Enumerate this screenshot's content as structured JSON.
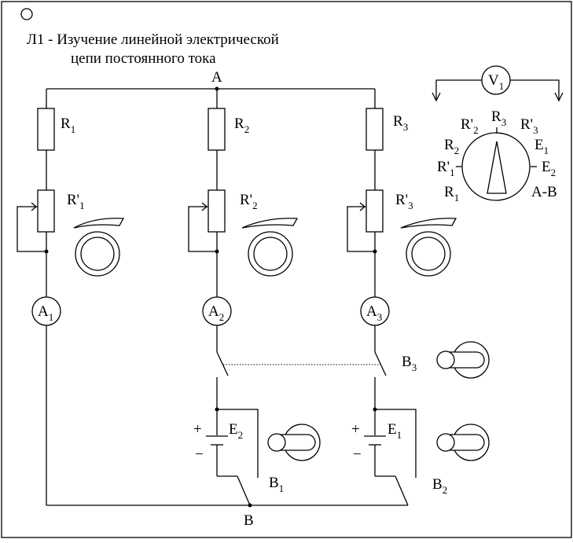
{
  "title": {
    "line1": "Л1 - Изучение линейной электрической",
    "line2": "цепи постоянного тока"
  },
  "nodes": {
    "top": "A",
    "bottom": "B"
  },
  "resistors": {
    "r1": {
      "main": "R",
      "sub": "1"
    },
    "r2": {
      "main": "R",
      "sub": "2"
    },
    "r3": {
      "main": "R",
      "sub": "3"
    }
  },
  "rheostats": {
    "r1p": {
      "main": "R'",
      "sub": "1"
    },
    "r2p": {
      "main": "R'",
      "sub": "2"
    },
    "r3p": {
      "main": "R'",
      "sub": "3"
    }
  },
  "ammeters": {
    "a1": {
      "main": "A",
      "sub": "1"
    },
    "a2": {
      "main": "A",
      "sub": "2"
    },
    "a3": {
      "main": "A",
      "sub": "3"
    }
  },
  "sources": {
    "e2": {
      "main": "E",
      "sub": "2",
      "plus": "+",
      "minus": "−"
    },
    "e1": {
      "main": "E",
      "sub": "1",
      "plus": "+",
      "minus": "−"
    }
  },
  "switches": {
    "b1": {
      "main": "B",
      "sub": "1"
    },
    "b2": {
      "main": "B",
      "sub": "2"
    },
    "b3": {
      "main": "B",
      "sub": "3"
    }
  },
  "voltmeter": {
    "main": "V",
    "sub": "1"
  },
  "selector": {
    "r3": {
      "main": "R",
      "sub": "3"
    },
    "r2p": {
      "main": "R'",
      "sub": "2"
    },
    "r3p": {
      "main": "R'",
      "sub": "3"
    },
    "r2": {
      "main": "R",
      "sub": "2"
    },
    "e1": {
      "main": "E",
      "sub": "1"
    },
    "r1p": {
      "main": "R'",
      "sub": "1"
    },
    "e2": {
      "main": "E",
      "sub": "2"
    },
    "r1": {
      "main": "R",
      "sub": "1"
    },
    "ab": "A-B"
  }
}
